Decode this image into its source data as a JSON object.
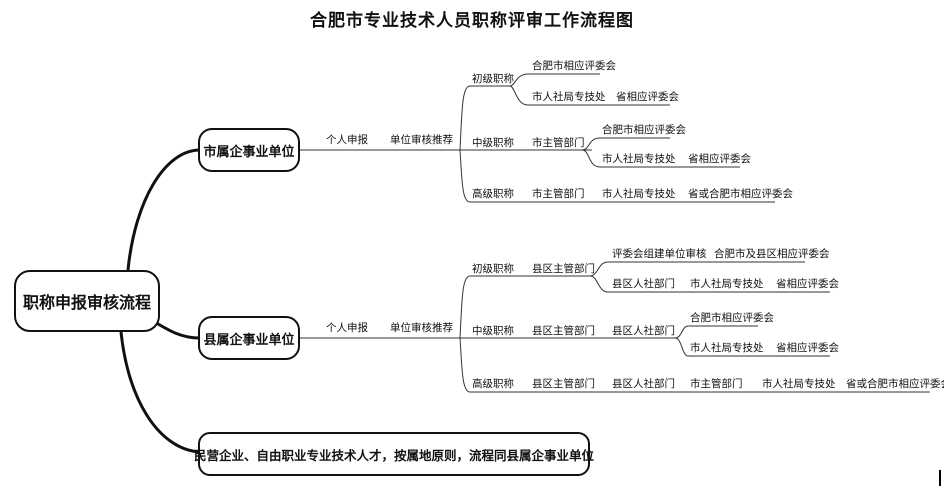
{
  "title": "合肥市专业技术人员职称评审工作流程图",
  "root": "职称申报审核流程",
  "city_unit": {
    "label": "市属企事业单位",
    "step1": "个人申报",
    "step2": "单位审核推荐",
    "junior": {
      "label": "初级职称",
      "a": "合肥市相应评委会",
      "b": "市人社局专技处",
      "b_next": "省相应评委会"
    },
    "middle": {
      "label": "中级职称",
      "dept": "市主管部门",
      "a": "合肥市相应评委会",
      "b": "市人社局专技处",
      "b_next": "省相应评委会"
    },
    "senior": {
      "label": "高级职称",
      "dept": "市主管部门",
      "hr": "市人社局专技处",
      "final": "省或合肥市相应评委会"
    }
  },
  "county_unit": {
    "label": "县属企事业单位",
    "step1": "个人申报",
    "step2": "单位审核推荐",
    "junior": {
      "label": "初级职称",
      "dept": "县区主管部门",
      "a": "评委会组建单位审核",
      "a_next": "合肥市及县区相应评委会",
      "b": "县区人社部门",
      "b_next": "市人社局专技处",
      "b_final": "省相应评委会"
    },
    "middle": {
      "label": "中级职称",
      "dept": "县区主管部门",
      "hr": "县区人社部门",
      "a": "合肥市相应评委会",
      "b": "市人社局专技处",
      "b_next": "省相应评委会"
    },
    "senior": {
      "label": "高级职称",
      "dept": "县区主管部门",
      "hr": "县区人社部门",
      "city_dept": "市主管部门",
      "city_hr": "市人社局专技处",
      "final": "省或合肥市相应评委会"
    }
  },
  "private_unit": "民营企业、自由职业专业技术人才，按属地原则，流程同县属企事业单位"
}
